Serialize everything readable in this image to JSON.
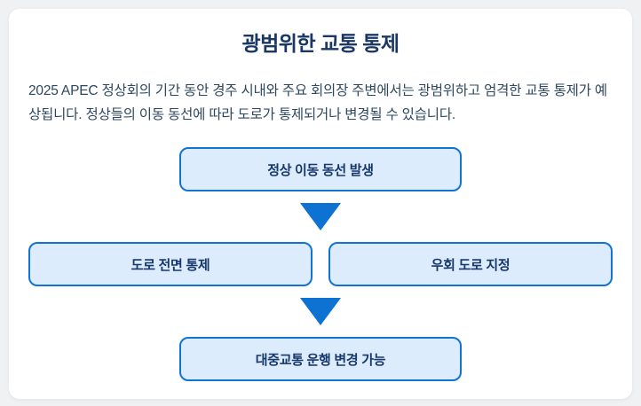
{
  "card": {
    "title": "광범위한 교통 통제",
    "description": "2025 APEC 정상회의 기간 동안 경주 시내와 주요 회의장 주변에서는 광범위하고 엄격한 교통 통제가 예상됩니다. 정상들의 이동 동선에 따라 도로가 통제되거나 변경될 수 있습니다."
  },
  "flow": {
    "top": {
      "label": "정상 이동 동선 발생"
    },
    "middle": [
      {
        "label": "도로 전면 통제"
      },
      {
        "label": "우회 도로 지정"
      }
    ],
    "bottom": {
      "label": "대중교통 운행 변경 가능"
    },
    "connections": [
      "top -> middle",
      "middle -> bottom"
    ]
  },
  "colors": {
    "page_background": "#f0f1f3",
    "card_background": "#ffffff",
    "title_text": "#1b3766",
    "body_text": "#2e4760",
    "node_fill": "#ddecfd",
    "node_border": "#1173d4",
    "node_text": "#17386b",
    "arrow": "#0d72d2"
  }
}
